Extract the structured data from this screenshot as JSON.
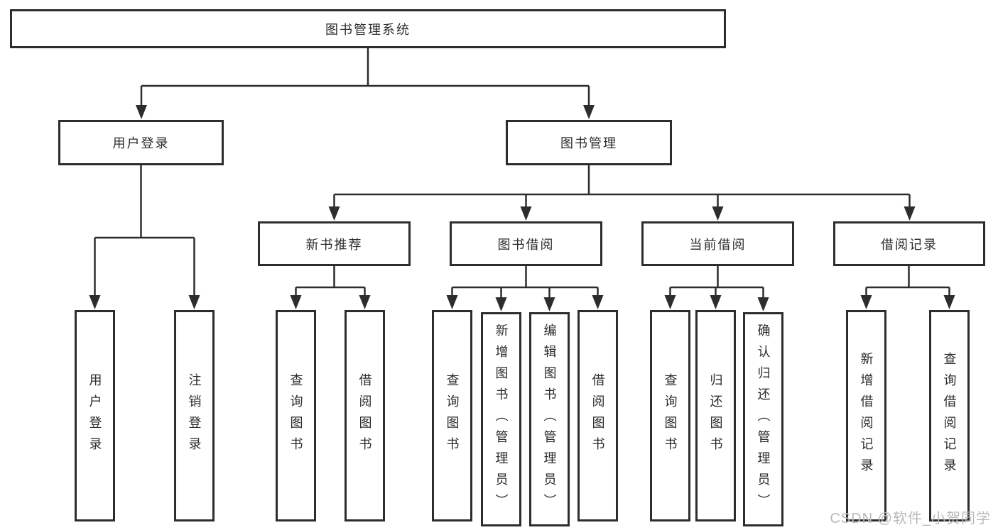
{
  "tree": {
    "label": "图书管理系统",
    "children": [
      {
        "label": "用户登录",
        "children": [
          {
            "label": "用户登录"
          },
          {
            "label": "注销登录"
          }
        ]
      },
      {
        "label": "图书管理",
        "children": [
          {
            "label": "新书推荐",
            "children": [
              {
                "label": "查询图书"
              },
              {
                "label": "借阅图书"
              }
            ]
          },
          {
            "label": "图书借阅",
            "children": [
              {
                "label": "查询图书"
              },
              {
                "label": "新增图书（管理员）"
              },
              {
                "label": "编辑图书（管理员）"
              },
              {
                "label": "借阅图书"
              }
            ]
          },
          {
            "label": "当前借阅",
            "children": [
              {
                "label": "查询图书"
              },
              {
                "label": "归还图书"
              },
              {
                "label": "确认归还（管理员）"
              }
            ]
          },
          {
            "label": "借阅记录",
            "children": [
              {
                "label": "新增借阅记录"
              },
              {
                "label": "查询借阅记录"
              }
            ]
          }
        ]
      }
    ]
  },
  "watermark": "CSDN @软件_小贺同学",
  "colors": {
    "background": "#ffffff",
    "box_border": "#2d2d2d",
    "line": "#2d2d2d",
    "text": "#2b2b2b",
    "watermark": "#b9b9b9"
  }
}
